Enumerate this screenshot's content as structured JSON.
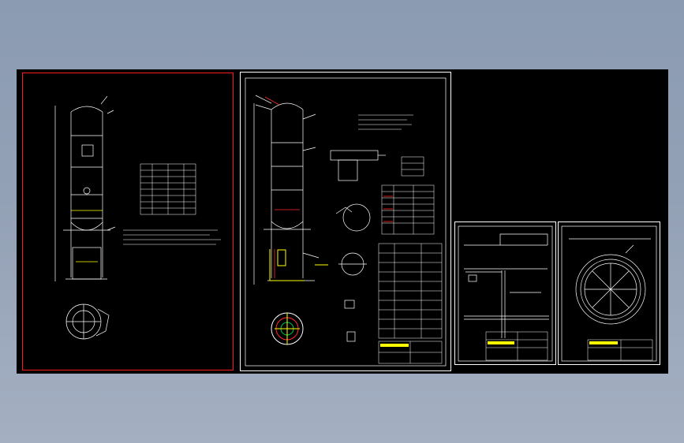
{
  "viewer": {
    "background_top": "#8b9bb2",
    "background_bottom": "#a4afc1",
    "canvas_color": "#000000"
  },
  "colors": {
    "line_white": "#ffffff",
    "line_red": "#ff2a2a",
    "line_yellow": "#ffff00",
    "line_green": "#00c040",
    "line_blue": "#4060ff",
    "selected_frame": "#ff1a1a"
  },
  "sheets": [
    {
      "id": "sheet-1",
      "description_icon": "column-assembly-drawing-icon",
      "selected": true
    },
    {
      "id": "sheet-2",
      "description_icon": "column-detail-drawing-icon",
      "selected": false
    },
    {
      "id": "sheet-3",
      "description_icon": "internal-piping-drawing-icon",
      "selected": false
    },
    {
      "id": "sheet-4",
      "description_icon": "flange-ring-drawing-icon",
      "selected": false
    }
  ]
}
